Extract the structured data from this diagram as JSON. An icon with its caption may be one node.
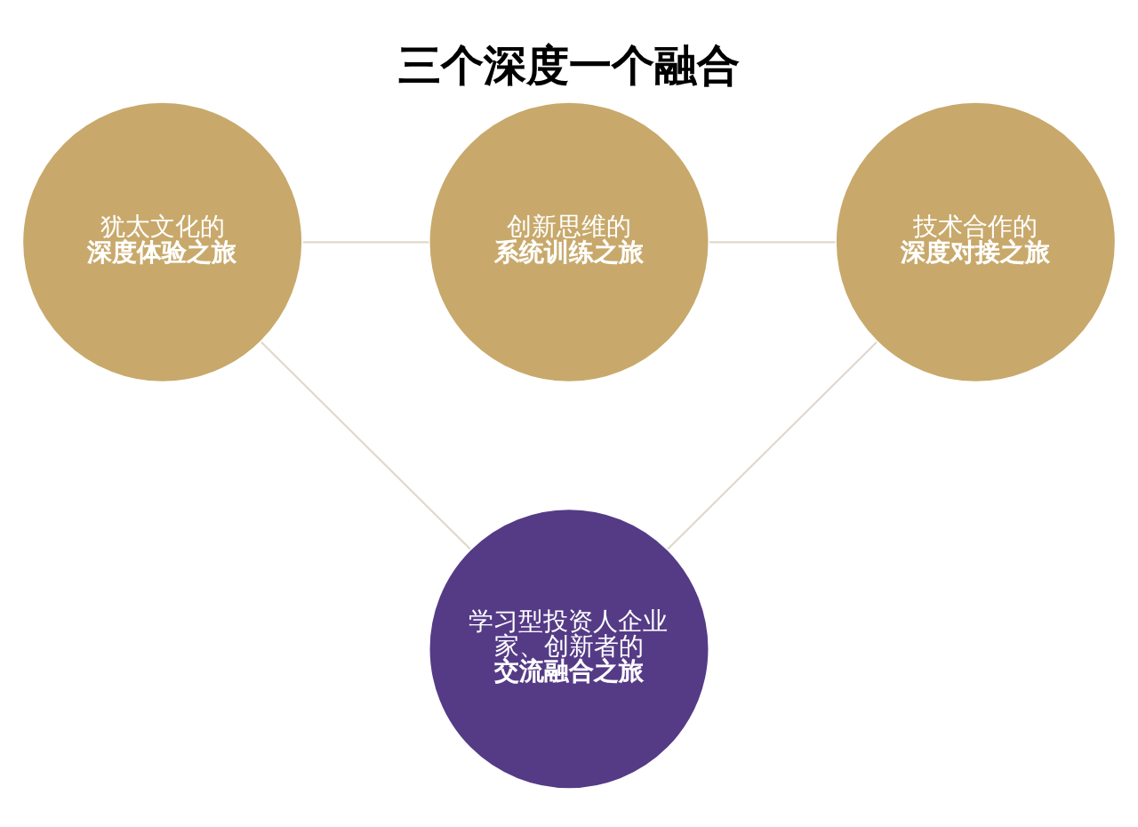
{
  "diagram": {
    "title": "三个深度一个融合",
    "nodes": [
      {
        "text": [
          "犹太文化的",
          "深度体验之旅"
        ]
      },
      {
        "text": [
          "创新思维的",
          "系统训练之旅"
        ]
      },
      {
        "text": [
          "技术合作的",
          "深度对接之旅"
        ]
      },
      {
        "text": [
          "学习型投资人企业家、创新者的",
          "交流融合之旅"
        ]
      }
    ],
    "edges": [
      {
        "from": 0,
        "to": 1,
        "arrow": "none"
      },
      {
        "from": 1,
        "to": 2,
        "arrow": "none"
      },
      {
        "from": 0,
        "to": 3,
        "arrow": "none"
      },
      {
        "from": 2,
        "to": 3,
        "arrow": "none"
      }
    ]
  }
}
